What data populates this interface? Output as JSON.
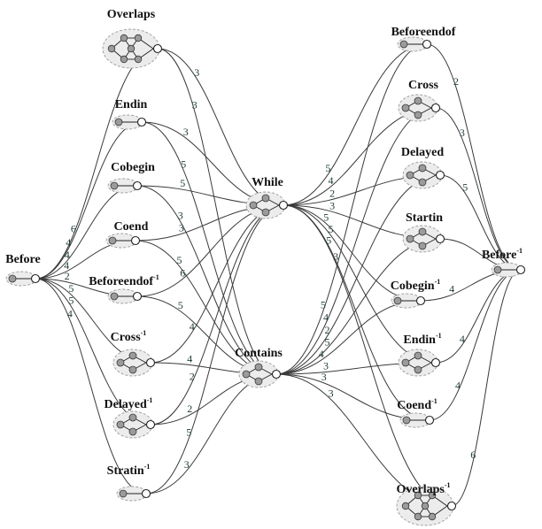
{
  "colors": {
    "edge": "#3a3a3a",
    "label": "#1f3b3b",
    "node_fill": "#9b9b9b",
    "halo": "#ececec"
  },
  "nodes": [
    {
      "id": "overlaps",
      "label": "Overlaps",
      "sup": "",
      "size": "large"
    },
    {
      "id": "endin",
      "label": "Endin",
      "sup": "",
      "size": "small"
    },
    {
      "id": "cobegin",
      "label": "Cobegin",
      "sup": "",
      "size": "small"
    },
    {
      "id": "coend",
      "label": "Coend",
      "sup": "",
      "size": "small"
    },
    {
      "id": "before",
      "label": "Before",
      "sup": "",
      "size": "small"
    },
    {
      "id": "beforeendof_inv",
      "label": "Beforeendof",
      "sup": "-1",
      "size": "small"
    },
    {
      "id": "cross_inv",
      "label": "Cross",
      "sup": "-1",
      "size": "medium"
    },
    {
      "id": "delayed_inv",
      "label": "Delayed",
      "sup": "-1",
      "size": "medium"
    },
    {
      "id": "stratin_inv",
      "label": "Stratin",
      "sup": "-1",
      "size": "small"
    },
    {
      "id": "while",
      "label": "While",
      "sup": "",
      "size": "medium"
    },
    {
      "id": "contains",
      "label": "Contains",
      "sup": "",
      "size": "medium"
    },
    {
      "id": "beforeendof",
      "label": "Beforeendof",
      "sup": "",
      "size": "small"
    },
    {
      "id": "cross",
      "label": "Cross",
      "sup": "",
      "size": "medium"
    },
    {
      "id": "delayed",
      "label": "Delayed",
      "sup": "",
      "size": "medium"
    },
    {
      "id": "startin",
      "label": "Startin",
      "sup": "",
      "size": "medium"
    },
    {
      "id": "before_inv",
      "label": "Before",
      "sup": "-1",
      "size": "small"
    },
    {
      "id": "cobegin_inv",
      "label": "Cobegin",
      "sup": "-1",
      "size": "small"
    },
    {
      "id": "endin_inv",
      "label": "Endin",
      "sup": "-1",
      "size": "medium"
    },
    {
      "id": "coend_inv",
      "label": "Coend",
      "sup": "-1",
      "size": "small"
    },
    {
      "id": "overlaps_inv",
      "label": "Overlaps",
      "sup": "-1",
      "size": "large"
    }
  ],
  "edges": [
    {
      "from": "before",
      "to": "overlaps",
      "label": "6"
    },
    {
      "from": "before",
      "to": "endin",
      "label": "4"
    },
    {
      "from": "before",
      "to": "cobegin",
      "label": "4"
    },
    {
      "from": "before",
      "to": "coend",
      "label": "4"
    },
    {
      "from": "before",
      "to": "beforeendof_inv",
      "label": "2"
    },
    {
      "from": "before",
      "to": "cross_inv",
      "label": "5"
    },
    {
      "from": "before",
      "to": "delayed_inv",
      "label": "5"
    },
    {
      "from": "before",
      "to": "stratin_inv",
      "label": "4"
    },
    {
      "from": "overlaps",
      "to": "while",
      "label": "3"
    },
    {
      "from": "overlaps",
      "to": "contains",
      "label": "3"
    },
    {
      "from": "endin",
      "to": "while",
      "label": "3"
    },
    {
      "from": "endin",
      "to": "contains",
      "label": "5"
    },
    {
      "from": "cobegin",
      "to": "while",
      "label": "5"
    },
    {
      "from": "cobegin",
      "to": "contains",
      "label": "3"
    },
    {
      "from": "coend",
      "to": "while",
      "label": "3"
    },
    {
      "from": "coend",
      "to": "contains",
      "label": "5"
    },
    {
      "from": "beforeendof_inv",
      "to": "while",
      "label": "6"
    },
    {
      "from": "beforeendof_inv",
      "to": "contains",
      "label": "5"
    },
    {
      "from": "cross_inv",
      "to": "while",
      "label": "4"
    },
    {
      "from": "cross_inv",
      "to": "contains",
      "label": "4"
    },
    {
      "from": "delayed_inv",
      "to": "while",
      "label": "2"
    },
    {
      "from": "delayed_inv",
      "to": "contains",
      "label": "2"
    },
    {
      "from": "stratin_inv",
      "to": "while",
      "label": "5"
    },
    {
      "from": "stratin_inv",
      "to": "contains",
      "label": "3"
    },
    {
      "from": "while",
      "to": "beforeendof",
      "label": "5"
    },
    {
      "from": "while",
      "to": "cross",
      "label": "4"
    },
    {
      "from": "while",
      "to": "delayed",
      "label": "2"
    },
    {
      "from": "while",
      "to": "startin",
      "label": "3"
    },
    {
      "from": "while",
      "to": "cobegin_inv",
      "label": "5"
    },
    {
      "from": "while",
      "to": "endin_inv",
      "label": "5"
    },
    {
      "from": "while",
      "to": "coend_inv",
      "label": "5"
    },
    {
      "from": "while",
      "to": "overlaps_inv",
      "label": "3"
    },
    {
      "from": "contains",
      "to": "beforeendof",
      "label": "5"
    },
    {
      "from": "contains",
      "to": "cross",
      "label": "4"
    },
    {
      "from": "contains",
      "to": "delayed",
      "label": "2"
    },
    {
      "from": "contains",
      "to": "startin",
      "label": "5"
    },
    {
      "from": "contains",
      "to": "cobegin_inv",
      "label": "4"
    },
    {
      "from": "contains",
      "to": "endin_inv",
      "label": "3"
    },
    {
      "from": "contains",
      "to": "coend_inv",
      "label": "3"
    },
    {
      "from": "contains",
      "to": "overlaps_inv",
      "label": "3"
    },
    {
      "from": "beforeendof",
      "to": "before_inv",
      "label": "2"
    },
    {
      "from": "cross",
      "to": "before_inv",
      "label": "3"
    },
    {
      "from": "delayed",
      "to": "before_inv",
      "label": "5"
    },
    {
      "from": "startin",
      "to": "before_inv",
      "label": ""
    },
    {
      "from": "cobegin_inv",
      "to": "before_inv",
      "label": "4"
    },
    {
      "from": "endin_inv",
      "to": "before_inv",
      "label": "4"
    },
    {
      "from": "coend_inv",
      "to": "before_inv",
      "label": "4"
    },
    {
      "from": "overlaps_inv",
      "to": "before_inv",
      "label": "6"
    }
  ]
}
